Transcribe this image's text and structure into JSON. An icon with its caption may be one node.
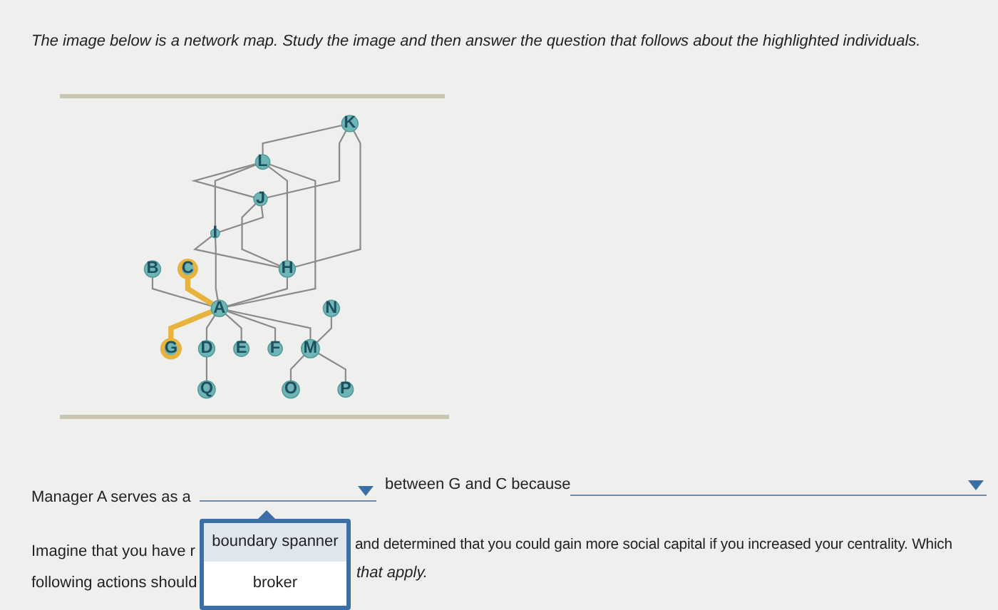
{
  "diagram": {
    "nodes": [
      {
        "text": [
          "K"
        ]
      },
      {
        "text": [
          "L"
        ]
      },
      {
        "text": [
          "B"
        ]
      },
      {
        "text": [
          "C"
        ]
      },
      {
        "text": [
          "J"
        ]
      },
      {
        "text": [
          "H"
        ]
      },
      {
        "text": [
          "D"
        ]
      },
      {
        "text": [
          "Q"
        ]
      },
      {
        "text": [
          "I"
        ]
      },
      {
        "text": [
          "A"
        ]
      },
      {
        "text": [
          "E"
        ]
      },
      {
        "text": [
          "G"
        ]
      },
      {
        "text": [
          "F"
        ]
      },
      {
        "text": [
          "N"
        ]
      },
      {
        "text": [
          "M"
        ]
      },
      {
        "text": [
          "P"
        ]
      },
      {
        "text": [
          "O"
        ]
      }
    ],
    "edges": [
      {
        "from": 0,
        "to": 1,
        "arrow": "none"
      },
      {
        "from": 0,
        "to": 4,
        "arrow": "none"
      },
      {
        "from": 0,
        "to": 5,
        "arrow": "none"
      },
      {
        "from": 1,
        "to": 4,
        "arrow": "none"
      },
      {
        "from": 1,
        "to": 8,
        "arrow": "none"
      },
      {
        "from": 1,
        "to": 5,
        "arrow": "none"
      },
      {
        "from": 1,
        "to": 9,
        "arrow": "none"
      },
      {
        "from": 4,
        "to": 5,
        "arrow": "none"
      },
      {
        "from": 4,
        "to": 8,
        "arrow": "none"
      },
      {
        "from": 8,
        "to": 5,
        "arrow": "none"
      },
      {
        "from": 8,
        "to": 9,
        "arrow": "none"
      },
      {
        "from": 5,
        "to": 9,
        "arrow": "none"
      },
      {
        "from": 2,
        "to": 9,
        "arrow": "none"
      },
      {
        "from": 3,
        "to": 9,
        "arrow": "none",
        "style": "thick",
        "color": "#e8b33c"
      },
      {
        "from": 9,
        "to": 11,
        "arrow": "none",
        "style": "thick",
        "color": "#e8b33c"
      },
      {
        "from": 9,
        "to": 6,
        "arrow": "none"
      },
      {
        "from": 6,
        "to": 7,
        "arrow": "none"
      },
      {
        "from": 9,
        "to": 10,
        "arrow": "none"
      },
      {
        "from": 9,
        "to": 12,
        "arrow": "none"
      },
      {
        "from": 9,
        "to": 14,
        "arrow": "none"
      },
      {
        "from": 13,
        "to": 14,
        "arrow": "none"
      },
      {
        "from": 14,
        "to": 16,
        "arrow": "none"
      },
      {
        "from": 14,
        "to": 15,
        "arrow": "none"
      }
    ],
    "labels": [
      "The image below is a network map. Study the image and then answer the question that follows about the highlighted individuals.",
      "Manager A serves as a",
      "between G and C because",
      "boundary spanner",
      "broker",
      "Imagine that you have r",
      "and determined that you could gain more social capital if you increased your centrality. Which",
      "following actions should",
      "that apply."
    ]
  }
}
